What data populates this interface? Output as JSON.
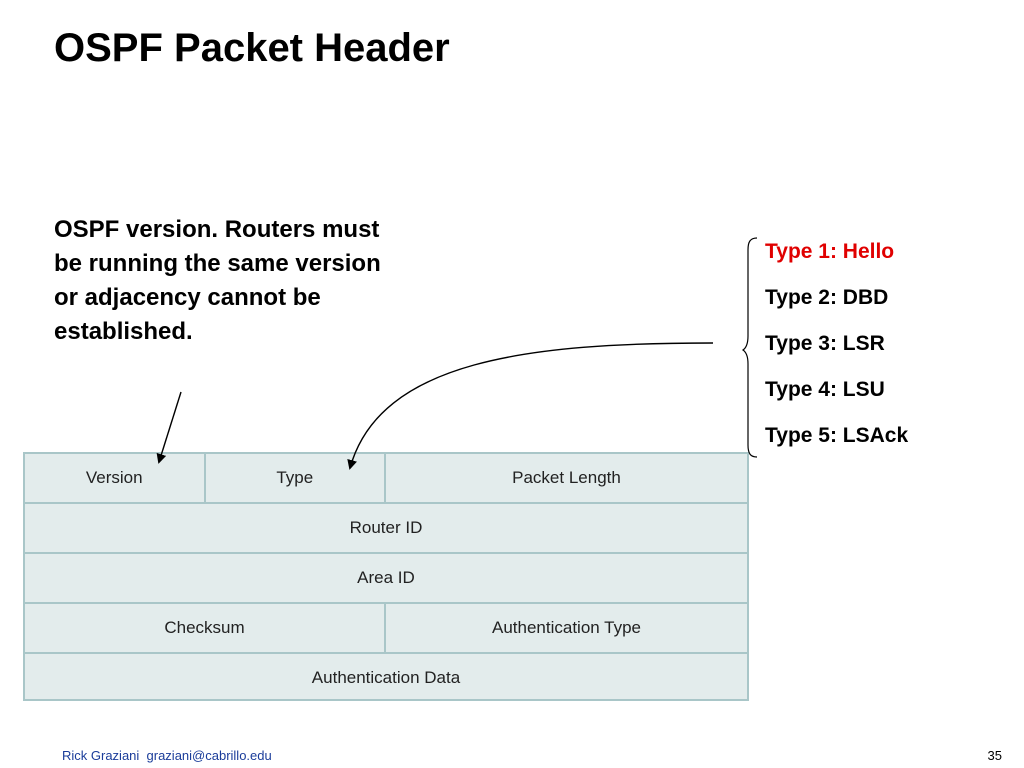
{
  "slide": {
    "title": "OSPF Packet Header",
    "annotation": "OSPF version. Routers must be running the same version or adjacency cannot be established."
  },
  "packet_types": [
    {
      "label": "Type 1: Hello",
      "color": "#e00000"
    },
    {
      "label": "Type 2: DBD"
    },
    {
      "label": "Type 3: LSR"
    },
    {
      "label": "Type 4: LSU"
    },
    {
      "label": "Type 5: LSAck"
    }
  ],
  "header_fields": {
    "version": "Version",
    "type": "Type",
    "packet_length": "Packet Length",
    "router_id": "Router ID",
    "area_id": "Area ID",
    "checksum": "Checksum",
    "authentication_type": "Authentication Type",
    "authentication_data": "Authentication Data"
  },
  "colors": {
    "table_fill": "#e3ecec",
    "table_border": "#a9c6c8",
    "highlight": "#e00000",
    "footer_text": "#1a3c9a"
  },
  "footer": {
    "author": "Rick Graziani  graziani@cabrillo.edu",
    "page": "35"
  }
}
